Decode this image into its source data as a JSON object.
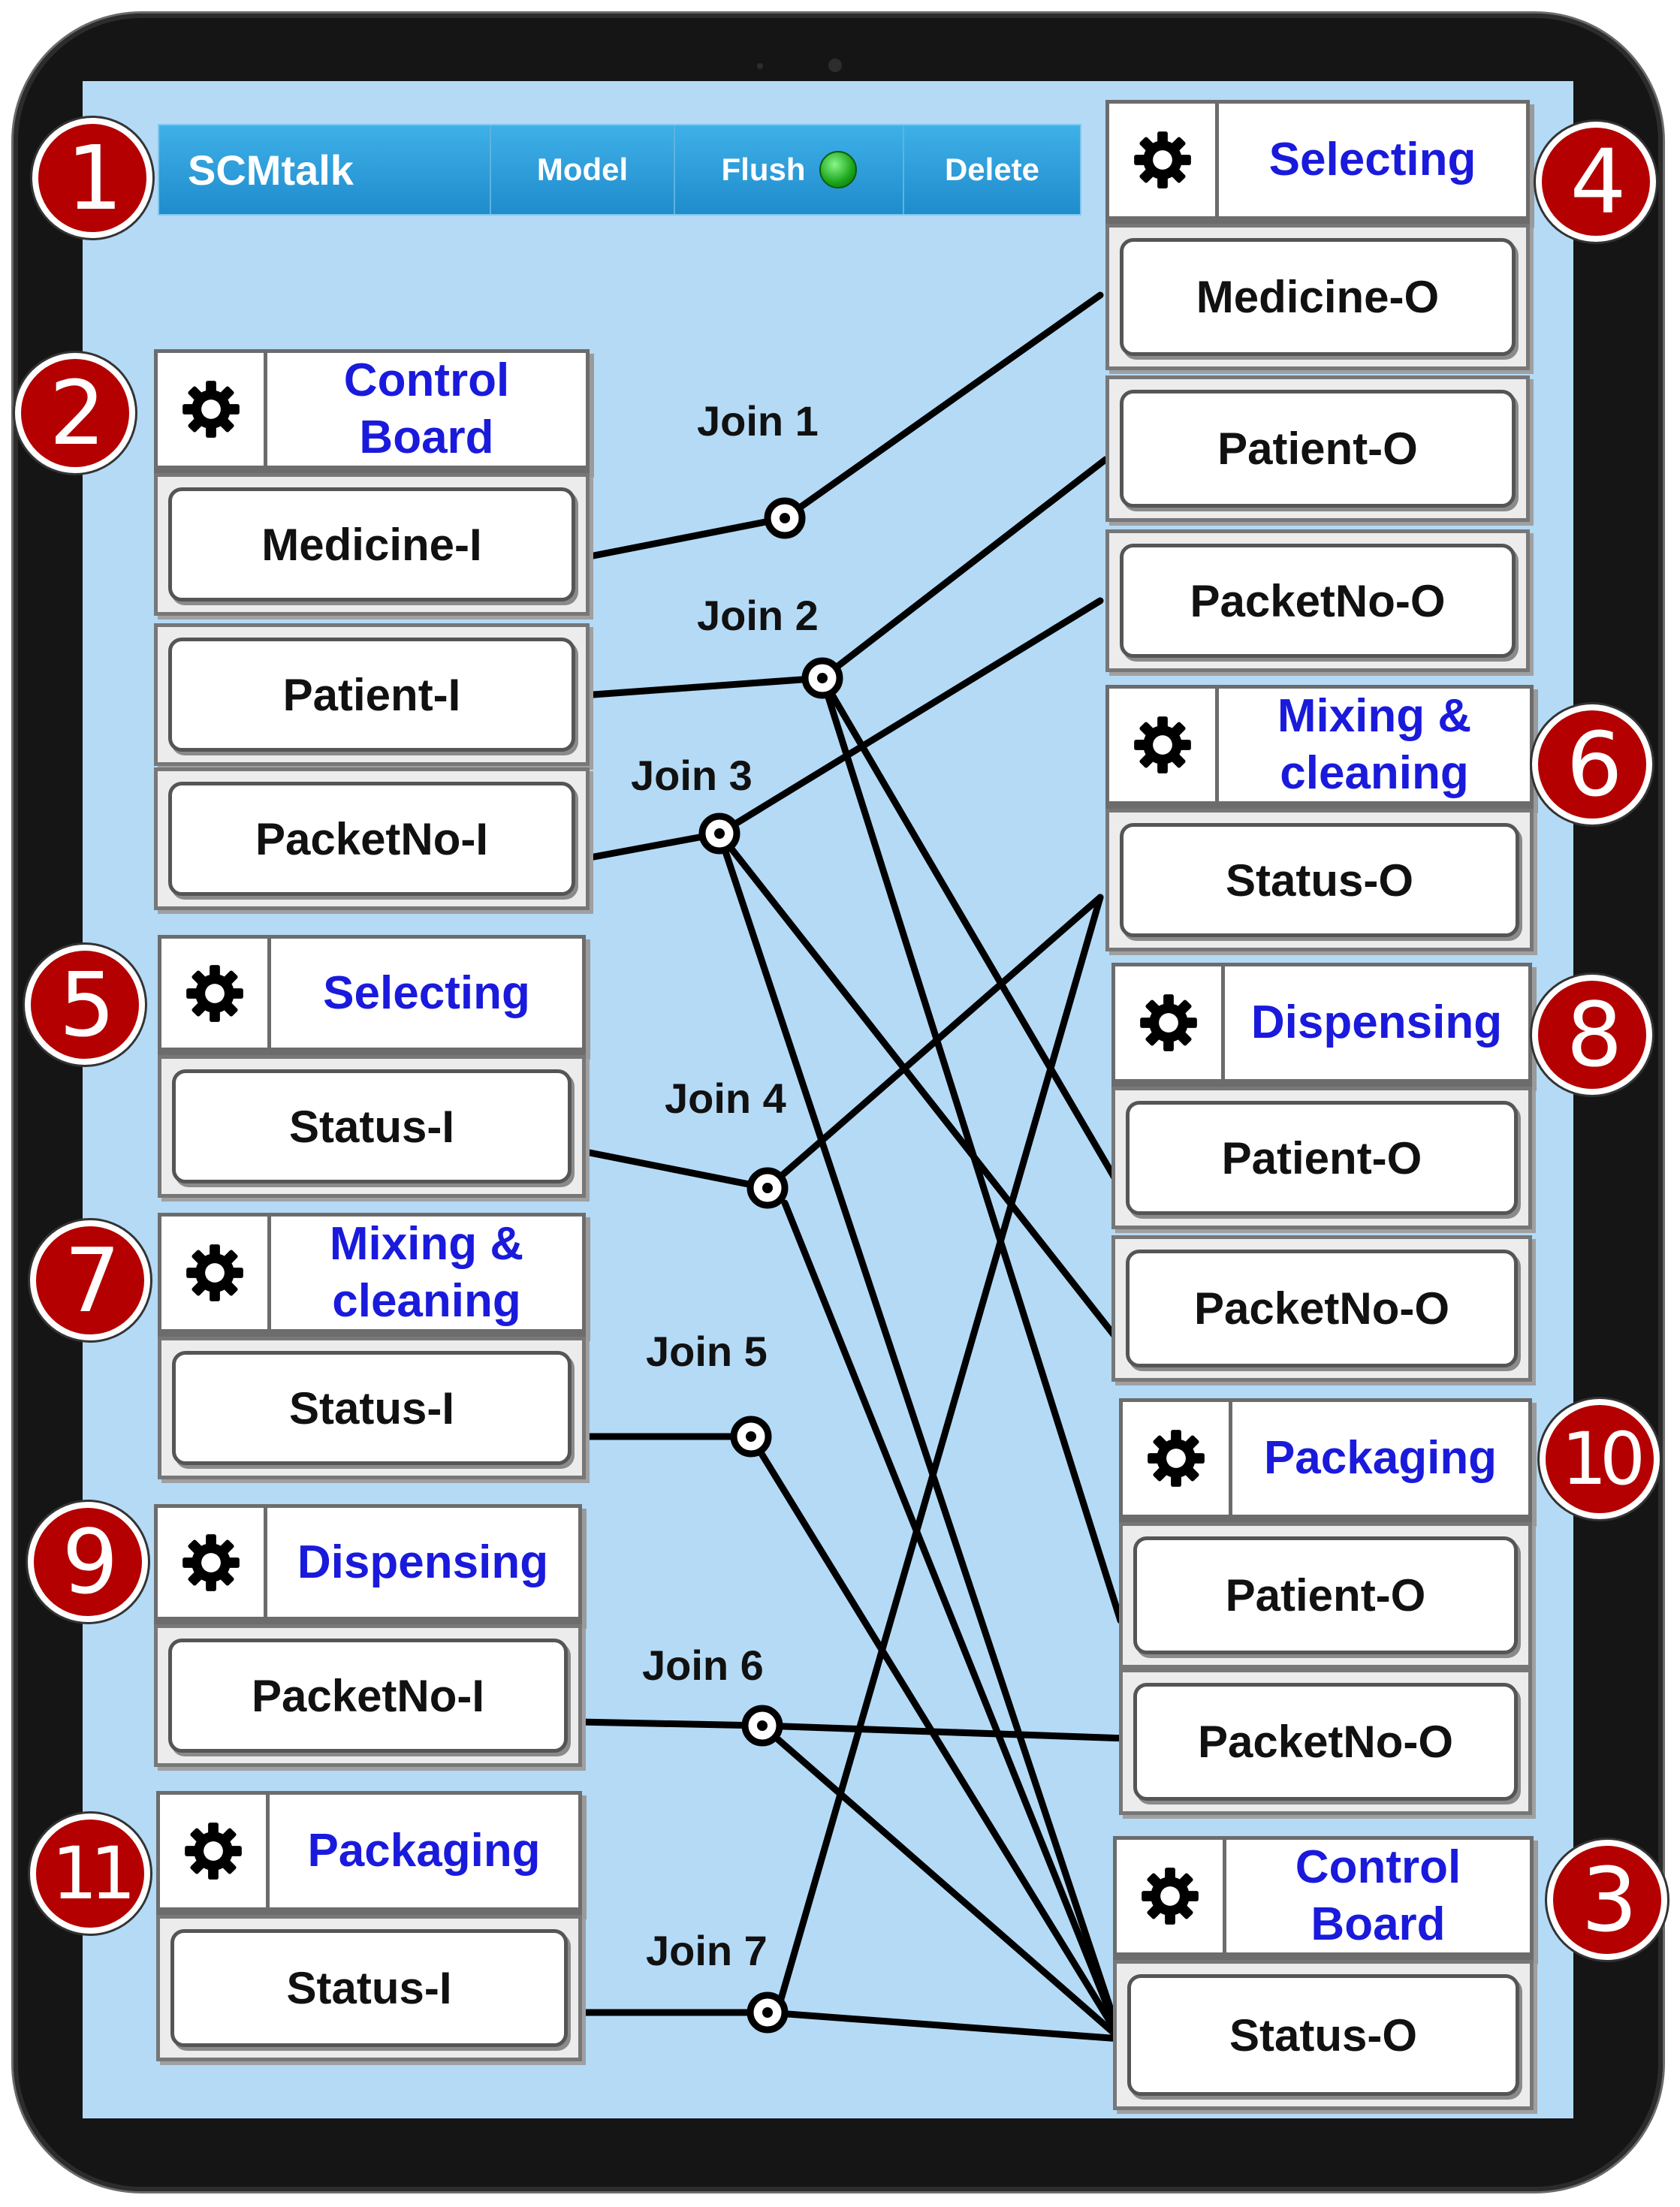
{
  "toolbar": {
    "title": "SCMtalk",
    "model": "Model",
    "flush": "Flush",
    "delete": "Delete"
  },
  "badges": {
    "b1": "1",
    "b2": "2",
    "b3": "3",
    "b4": "4",
    "b5": "5",
    "b6": "6",
    "b7": "7",
    "b8": "8",
    "b9": "9",
    "b10": "10",
    "b11": "11"
  },
  "blocks": {
    "left_control": {
      "title_l1": "Control",
      "title_l2": "Board",
      "ports": [
        "Medicine-I",
        "Patient-I",
        "PacketNo-I"
      ]
    },
    "left_selecting": {
      "title": "Selecting",
      "ports": [
        "Status-I"
      ]
    },
    "left_mixing": {
      "title_l1": "Mixing &",
      "title_l2": "cleaning",
      "ports": [
        "Status-I"
      ]
    },
    "left_dispensing": {
      "title": "Dispensing",
      "ports": [
        "PacketNo-I"
      ]
    },
    "left_packaging": {
      "title": "Packaging",
      "ports": [
        "Status-I"
      ]
    },
    "right_selecting": {
      "title": "Selecting",
      "ports": [
        "Medicine-O",
        "Patient-O",
        "PacketNo-O"
      ]
    },
    "right_mixing": {
      "title_l1": "Mixing &",
      "title_l2": "cleaning",
      "ports": [
        "Status-O"
      ]
    },
    "right_dispensing": {
      "title": "Dispensing",
      "ports": [
        "Patient-O",
        "PacketNo-O"
      ]
    },
    "right_packaging": {
      "title": "Packaging",
      "ports": [
        "Patient-O",
        "PacketNo-O"
      ]
    },
    "right_control": {
      "title_l1": "Control",
      "title_l2": "Board",
      "ports": [
        "Status-O"
      ]
    }
  },
  "joins": [
    "Join 1",
    "Join 2",
    "Join 3",
    "Join 4",
    "Join 5",
    "Join 6",
    "Join 7"
  ]
}
